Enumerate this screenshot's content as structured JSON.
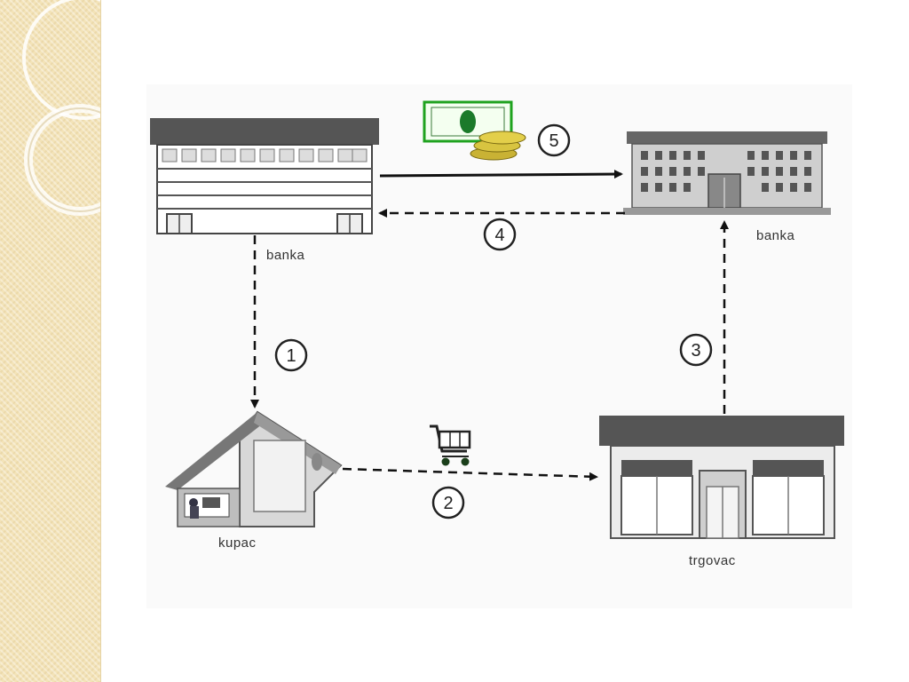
{
  "labels": {
    "bank_left": "banka",
    "bank_right": "banka",
    "buyer": "kupac",
    "merchant": "trgovac"
  },
  "steps": [
    "1",
    "2",
    "3",
    "4",
    "5"
  ]
}
